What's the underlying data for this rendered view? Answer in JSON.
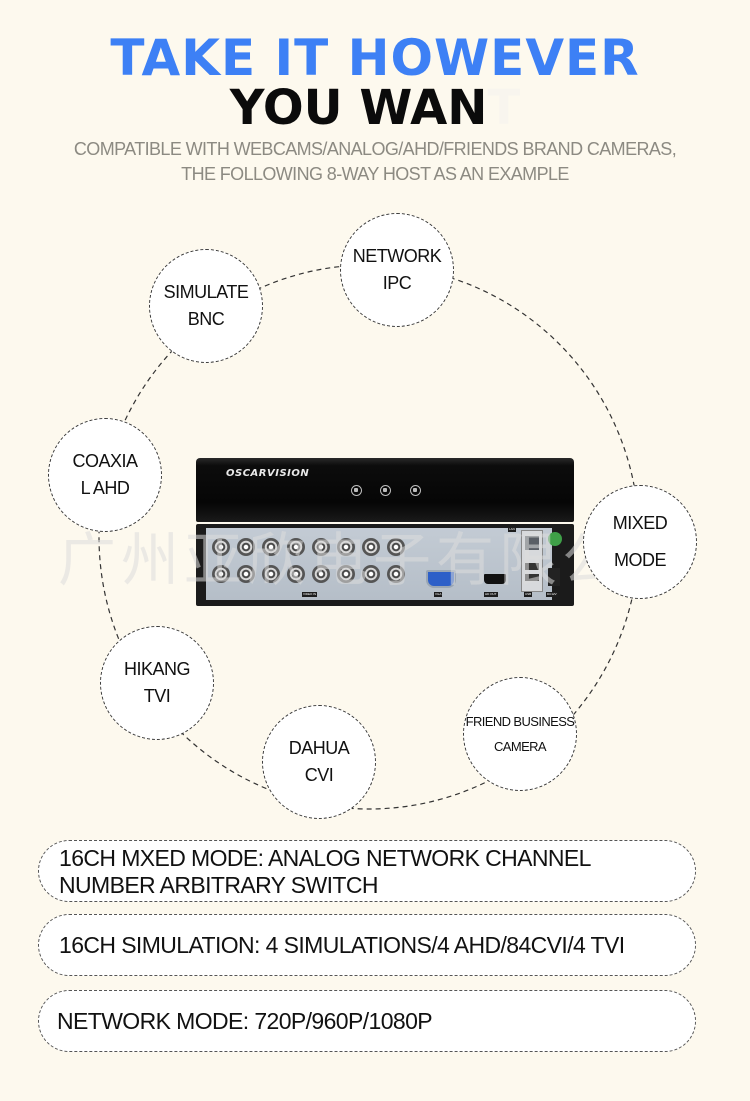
{
  "header": {
    "title_line1": "TAKE IT HOWEVER",
    "title_line2_visible": "YOU WAN",
    "title_line2_faded": "T",
    "subtitle_line1": "COMPATIBLE WITH WEBCAMS/ANALOG/AHD/FRIENDS BRAND CAMERAS,",
    "subtitle_line2": "THE FOLLOWING 8-WAY HOST AS AN EXAMPLE"
  },
  "colors": {
    "background": "#fdf9ee",
    "title_accent": "#3d80f5",
    "title_dark": "#0b0b0b",
    "subtitle": "#8c8a82"
  },
  "nodes": [
    {
      "id": "network-ipc",
      "line1": "NETWORK",
      "line2": "IPC"
    },
    {
      "id": "simulate-bnc",
      "line1": "SIMULATE",
      "line2": "BNC"
    },
    {
      "id": "coaxial-ahd",
      "line1": "COAXIA",
      "line2": "L AHD"
    },
    {
      "id": "mixed-mode",
      "line1": "MIXED",
      "line2": "MODE"
    },
    {
      "id": "hikang-tvi",
      "line1": "HIKANG",
      "line2": "TVI"
    },
    {
      "id": "dahua-cvi",
      "line1": "DAHUA",
      "line2": "CVI"
    },
    {
      "id": "friend-business-camera",
      "line1": "FRIEND BUSINESS",
      "line2": "CAMERA"
    }
  ],
  "device": {
    "brand": "OSCARVISION",
    "rear_labels": {
      "video_in": "VIDEO IN",
      "vga": "VGA",
      "hdmi": "HD OUT",
      "lan": "LAN",
      "usb": "USB",
      "power": "DC12V"
    }
  },
  "watermark": "广州亚欣电子有限公司",
  "features": [
    {
      "line1": "16CH MXED MODE: ANALOG NETWORK CHANNEL",
      "line2": "NUMBER ARBITRARY SWITCH"
    },
    {
      "line1": "16CH SIMULATION: 4 SIMULATIONS/4 AHD/84CVI/4 TVI"
    },
    {
      "line1": "NETWORK MODE: 720P/960P/1080P"
    }
  ]
}
